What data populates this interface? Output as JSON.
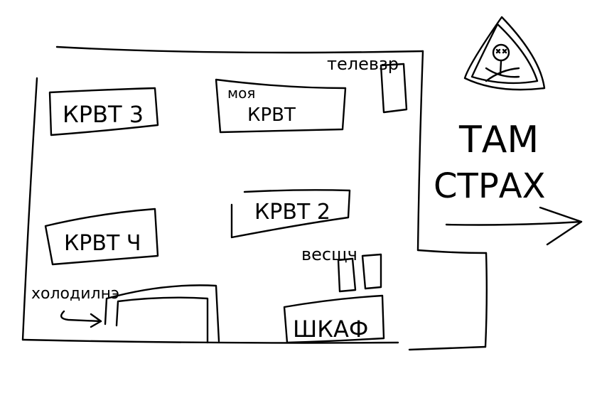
{
  "labels": {
    "bed3": "КРВТ 3",
    "my_bed": "моя",
    "my_bed_line2": "КРВТ",
    "tv": "телевзр",
    "bed2": "КРВТ 2",
    "bed4": "КРВТ Ч",
    "stuff": "весщч",
    "fridge": "холодилнэ",
    "wardrobe": "ШКАФ",
    "there": "ТАМ",
    "fear": "СТРАХ"
  }
}
